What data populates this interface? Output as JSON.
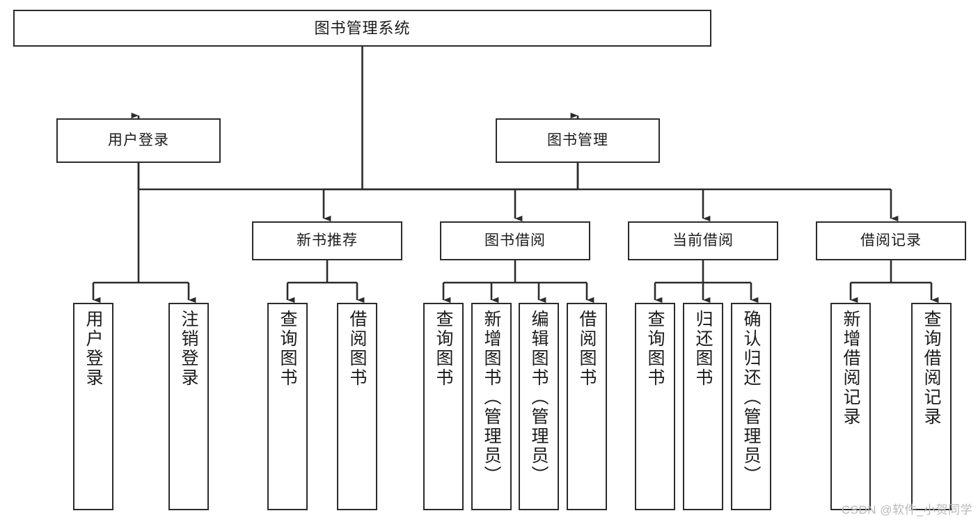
{
  "diagram": {
    "title_node": {
      "label": "图书管理系统"
    },
    "colors": {
      "background": "#ffffff",
      "node_border": "#2b2b2b",
      "node_fill": "#ffffff",
      "text": "#1b1b1b",
      "connector": "#2b2b2b",
      "watermark": "#b9b9b9"
    },
    "level2": [
      {
        "label": "用户登录"
      },
      {
        "label": "图书管理"
      }
    ],
    "level3": [
      {
        "label": "新书推荐"
      },
      {
        "label": "图书借阅"
      },
      {
        "label": "当前借阅"
      },
      {
        "label": "借阅记录"
      }
    ],
    "leaves": {
      "user_login": [
        {
          "label": "用户登录"
        },
        {
          "label": "注销登录"
        }
      ],
      "new_book_recommend": [
        {
          "label": "查询图书"
        },
        {
          "label": "借阅图书"
        }
      ],
      "book_borrow": [
        {
          "label": "查询图书"
        },
        {
          "label": "新增图书（管理员）"
        },
        {
          "label": "编辑图书（管理员）"
        },
        {
          "label": "借阅图书"
        }
      ],
      "current_borrow": [
        {
          "label": "查询图书"
        },
        {
          "label": "归还图书"
        },
        {
          "label": "确认归还（管理员）"
        }
      ],
      "borrow_record": [
        {
          "label": "新增借阅记录"
        },
        {
          "label": "查询借阅记录"
        }
      ]
    }
  },
  "watermark": {
    "text": "CSDN @软件_小贺同学"
  }
}
